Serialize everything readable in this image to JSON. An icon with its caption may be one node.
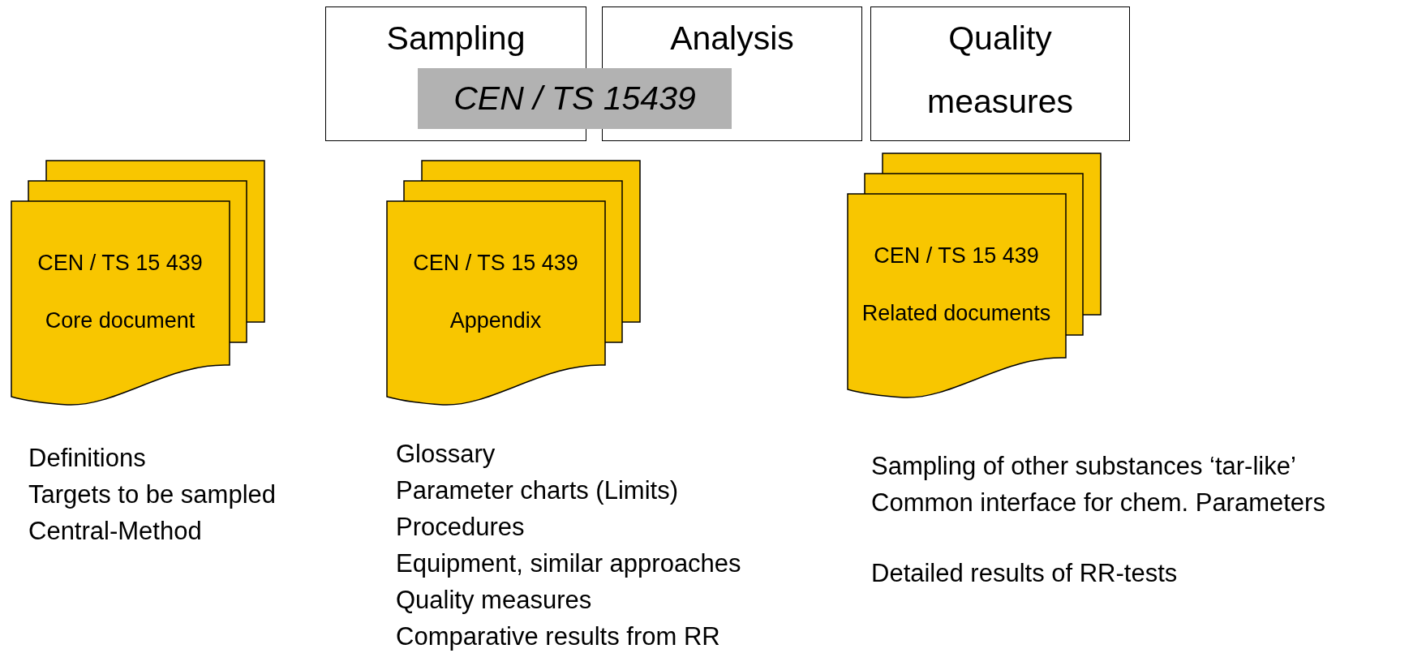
{
  "diagram": {
    "nodes": [
      {
        "text": [
          "Sampling"
        ]
      },
      {
        "text": [
          "Analysis"
        ]
      },
      {
        "text": [
          "Quality measures"
        ]
      },
      {
        "text": [
          "CEN / TS 15439"
        ]
      },
      {
        "text": [
          "CEN / TS 15 439",
          "Core document"
        ]
      },
      {
        "text": [
          "CEN / TS 15 439",
          "Appendix"
        ]
      },
      {
        "text": [
          "CEN / TS 15 439",
          "Related documents"
        ]
      }
    ],
    "labels": [
      "Definitions",
      "Targets to be sampled",
      "Central-Method",
      "Glossary",
      "Parameter charts (Limits)",
      "Procedures",
      "Equipment, similar approaches",
      "Quality measures",
      "Comparative results from RR",
      "Sampling of other substances ‘tar-like’",
      "Common interface for chem. Parameters",
      "Detailed results of RR-tests"
    ]
  }
}
